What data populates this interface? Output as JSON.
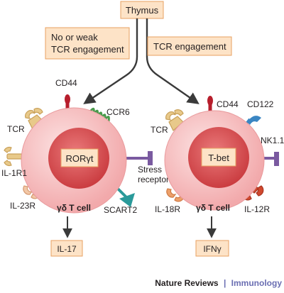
{
  "header": {
    "title": "Thymus"
  },
  "paths": {
    "left": "No or weak\nTCR engagement",
    "right": "TCR engagement"
  },
  "left_cell": {
    "nucleus": "RORγt",
    "cell_label": "γδ T cell",
    "receptors": {
      "cd44": "CD44",
      "ccr6": "CCR6",
      "tcr": "TCR",
      "il1r1": "IL-1R1",
      "il23r": "IL-23R",
      "stress_receptor": "Stress\nreceptor",
      "scart2": "SCART2"
    },
    "output": "IL-17"
  },
  "right_cell": {
    "nucleus": "T-bet",
    "cell_label": "γδ T cell",
    "receptors": {
      "tcr": "TCR",
      "cd44": "CD44",
      "cd122": "CD122",
      "nk11": "NK1.1",
      "il18r": "IL-18R",
      "il12r": "IL-12R"
    },
    "output": "IFNγ"
  },
  "footer": {
    "journal": "Nature Reviews",
    "separator": "|",
    "section": "Immunology"
  },
  "colors": {
    "box_fill": "#fde3c7",
    "box_stroke": "#e8a060",
    "cell_outer": "#f5b8b8",
    "nucleus": "#d84c4f",
    "arrow": "#3a3a3a",
    "tcr": "#e8c98a",
    "ccr6": "#4a9a4c",
    "cd44": "#b71e2c",
    "cd122": "#3a86c3",
    "stress": "#7a5aa0",
    "scart2": "#2a9a9a",
    "il23r": "#e8b090",
    "il12r": "#d0482e",
    "il18r": "#e89060",
    "footer_accent": "#6a6eb2"
  }
}
